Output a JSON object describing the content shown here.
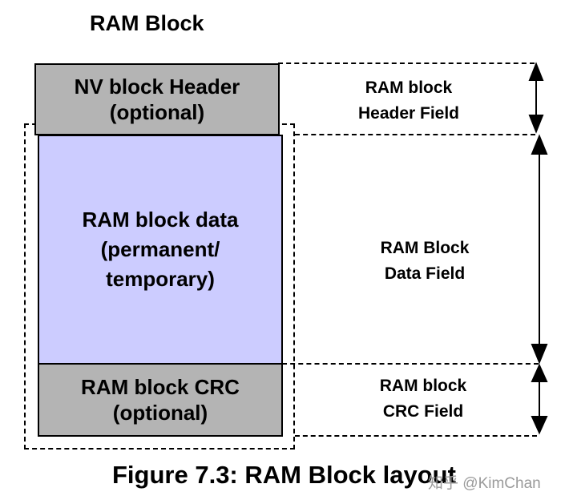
{
  "title": "RAM Block",
  "blocks": {
    "header": {
      "line1": "NV block Header",
      "line2": "(optional)"
    },
    "data": {
      "line1": "RAM block data",
      "line2": "(permanent/",
      "line3": "temporary)"
    },
    "crc": {
      "line1": "RAM block CRC",
      "line2": "(optional)"
    }
  },
  "fields": {
    "header": {
      "line1": "RAM block",
      "line2": "Header Field"
    },
    "data": {
      "line1": "RAM Block",
      "line2": "Data Field"
    },
    "crc": {
      "line1": "RAM block",
      "line2": "CRC Field"
    }
  },
  "caption": "Figure 7.3: RAM Block layout",
  "watermark": "知乎 @KimChan",
  "colors": {
    "gray_block": "#b4b4b4",
    "data_block": "#ccccff"
  }
}
